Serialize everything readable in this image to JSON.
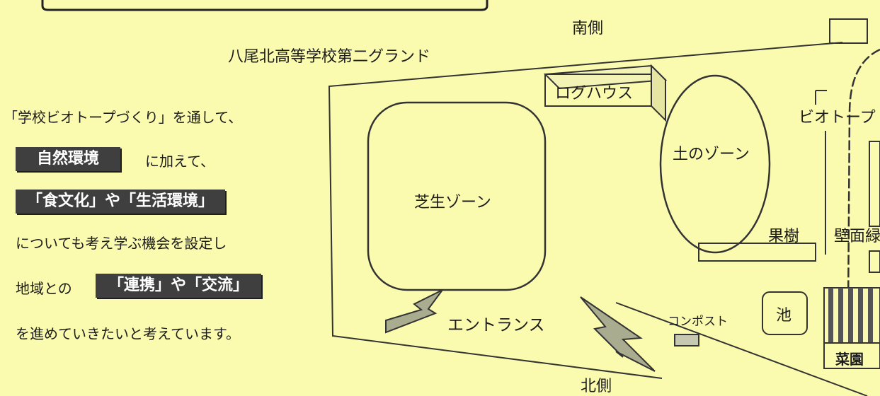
{
  "title": "八尾北高等学校第二グランド",
  "compass": {
    "south": "南側",
    "north": "北側"
  },
  "intro": {
    "line1": "「学校ビオトープづくり」を通して、",
    "hl1": "自然環境",
    "line2": "に加えて、",
    "hl2": "「食文化」や「生活環境」",
    "line3": "についても考え学ぶ機会を設定し",
    "line4": "地域との",
    "hl3": "「連携」や「交流」",
    "line5": "を進めていきたいと考えています。"
  },
  "zones": {
    "shiba": "芝生ゾーン",
    "log": "ログハウス",
    "tsuchi": "土のゾーン",
    "biotope": "ビオトープ",
    "fruit": "果樹",
    "wall": "壁面緑",
    "entrance": "エントランス",
    "compost": "コンポスト",
    "pond": "池",
    "farm": "菜園"
  },
  "colors": {
    "background": "#fbfbb0",
    "highlight": "#3f3f3f",
    "arrow": "#a9ac8e"
  }
}
